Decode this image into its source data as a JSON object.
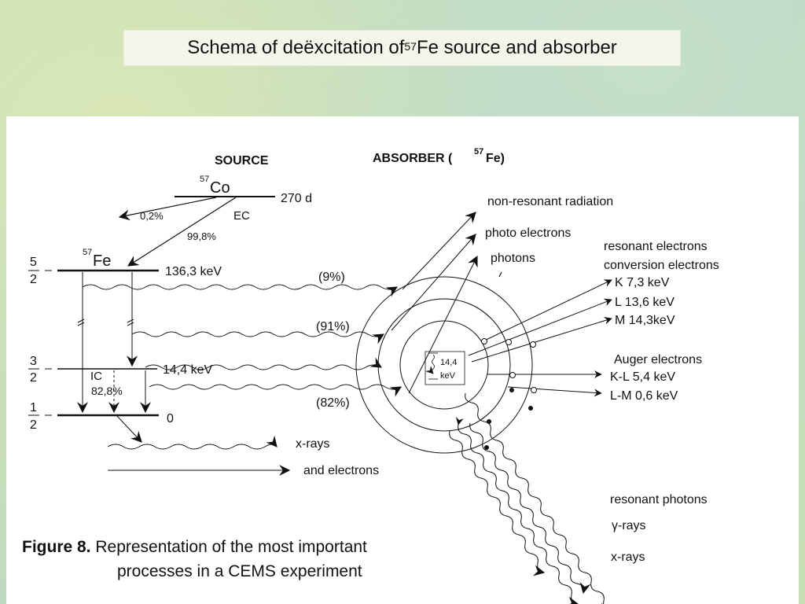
{
  "title": {
    "prefix": "Schema of deëxcitation of ",
    "sup": "57",
    "suffix": "Fe source and absorber"
  },
  "source": {
    "heading": "SOURCE",
    "co_sup": "57",
    "co": "Co",
    "halflife": "270 d",
    "branch_small": "0,2%",
    "ec": "EC",
    "branch_main": "99,8%",
    "fe_sup": "57",
    "fe": "Fe",
    "spin_52": {
      "num": "5",
      "den": "2"
    },
    "spin_32": {
      "num": "3",
      "den": "2"
    },
    "spin_12": {
      "num": "1",
      "den": "2"
    },
    "level_136": "136,3 keV",
    "level_14": "14,4 keV",
    "level_0": "0",
    "ic": "IC",
    "ic_pct": "82,8%"
  },
  "absorber": {
    "heading_prefix": "ABSORBER (",
    "heading_sup": "57",
    "heading_suffix": "Fe)",
    "pct_9": "(9%)",
    "pct_91": "(91%)",
    "pct_82": "(82%)",
    "core_energy": "14,4",
    "core_unit": "keV"
  },
  "outgoing": {
    "non_resonant": "non-resonant radiation",
    "photo_electrons": "photo electrons",
    "photons": "photons",
    "resonant_electrons": "resonant electrons",
    "conversion_electrons": "conversion electrons",
    "k": "K  7,3 keV",
    "l": "L 13,6 keV",
    "m": "M 14,3keV",
    "auger": "Auger electrons",
    "kl": "K-L 5,4 keV",
    "lm": "L-M 0,6 keV",
    "resonant_photons": "resonant photons",
    "gamma": "γ-rays",
    "xrays": "x-rays"
  },
  "source_out": {
    "xrays": "x-rays",
    "electrons": "and electrons"
  },
  "caption": {
    "label": "Figure 8.",
    "line1": " Representation of the most important",
    "line2": "processes in a CEMS experiment"
  }
}
